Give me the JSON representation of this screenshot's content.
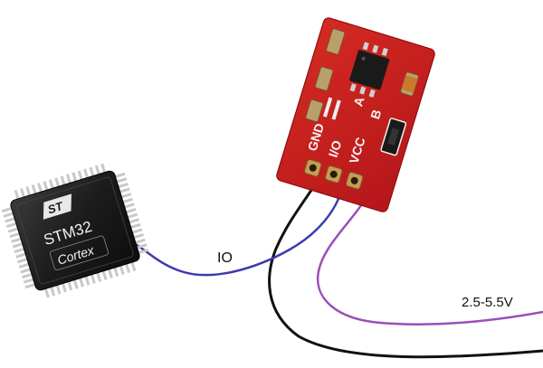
{
  "colors": {
    "background": "#ffffff",
    "pcb_red": "#cc1a1a",
    "pcb_red_dark": "#8f0f0f",
    "pad_gold": "#b9a06a",
    "chip_black": "#1b1b1b",
    "wire_blue": "#3d3ab0",
    "wire_purple": "#9b4fb6",
    "wire_black": "#111111"
  },
  "mcu": {
    "brand_mark": "ST",
    "model_text": "STM32",
    "core_text": "Cortex",
    "icon": "microcontroller-chip-icon"
  },
  "module": {
    "pin_labels": [
      "GND",
      "I/O",
      "VCC"
    ],
    "jumper_labels": [
      "A",
      "B"
    ],
    "icon": "capacitive-touch-module-icon"
  },
  "wires": {
    "io_label": "IO",
    "voltage_label": "2.5-5.5V"
  }
}
